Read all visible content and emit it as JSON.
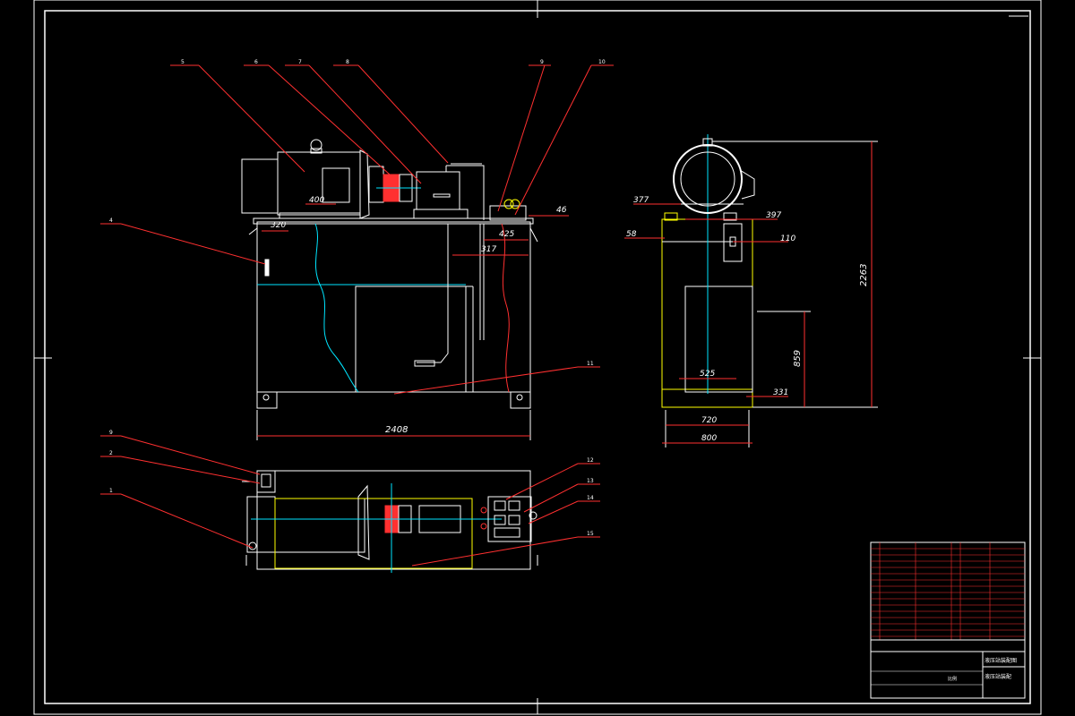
{
  "colors": {
    "background": "#000000",
    "frame": "#ffffff",
    "outline": "#ffffff",
    "leader": "#ff2a2a",
    "center": "#00e5ff",
    "yellow": "#ffff00",
    "part_fill": "#ff3030"
  },
  "dimensions": {
    "front_400": "400",
    "front_320": "320",
    "front_46": "46",
    "front_425": "425",
    "front_317": "317",
    "front_2408": "2408",
    "side_377": "377",
    "side_397": "397",
    "side_58": "58",
    "side_110": "110",
    "side_2263": "2263",
    "side_859": "859",
    "side_525": "525",
    "side_331": "331",
    "side_720": "720",
    "side_800": "800"
  },
  "balloons": {
    "front": [
      "5",
      "6",
      "7",
      "8",
      "9",
      "10",
      "4",
      "11"
    ],
    "plan_left": [
      "9",
      "2",
      "1"
    ],
    "plan_right": [
      "12",
      "13",
      "14",
      "15"
    ]
  },
  "title_block": {
    "drawing_title": "液压站装配图",
    "drawing_number": "液压站装配",
    "scale_label": "比例"
  }
}
